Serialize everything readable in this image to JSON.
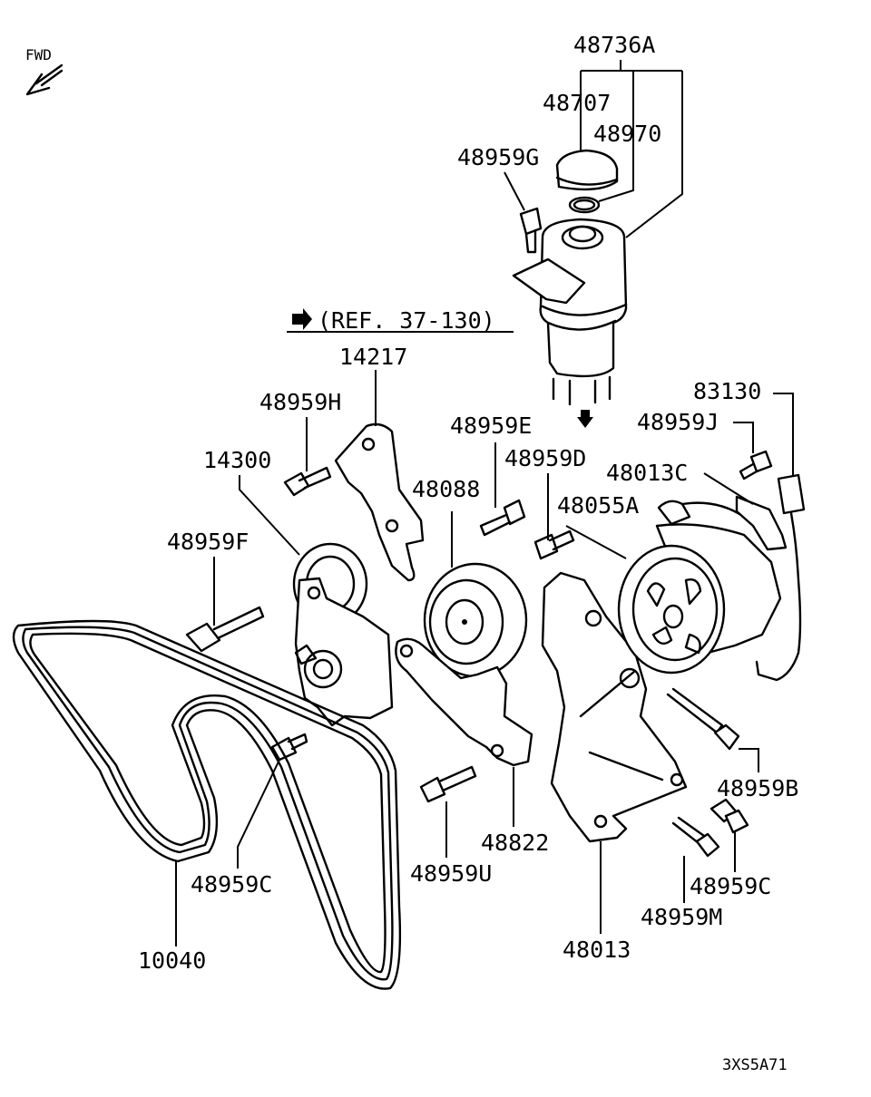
{
  "fwd_label": "FWD",
  "ref_label": "(REF. 37-130)",
  "diagram_code": "3XS5A71",
  "parts": {
    "p48736A": "48736A",
    "p48707": "48707",
    "p48970": "48970",
    "p48959G": "48959G",
    "p14217": "14217",
    "p48959H": "48959H",
    "p14300": "14300",
    "p48959F": "48959F",
    "p48959E": "48959E",
    "p48959D": "48959D",
    "p48088": "48088",
    "p48055A": "48055A",
    "p83130": "83130",
    "p48959J": "48959J",
    "p48013C": "48013C",
    "p48959B": "48959B",
    "p48959C_right": "48959C",
    "p48959M": "48959M",
    "p48013": "48013",
    "p48822": "48822",
    "p48959U": "48959U",
    "p48959C_left": "48959C",
    "p10040": "10040"
  }
}
